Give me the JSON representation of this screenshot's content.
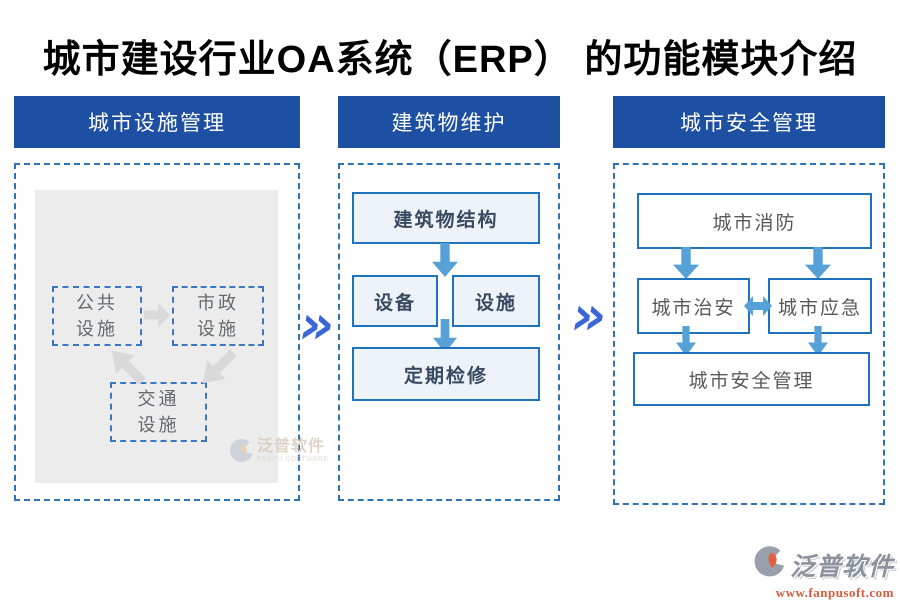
{
  "title": "城市建设行业OA系统（ERP） 的功能模块介绍",
  "separator_glyph": "»",
  "col1": {
    "header": "城市设施管理",
    "box_public": "公共\n设施",
    "box_municipal": "市政\n设施",
    "box_traffic": "交通\n设施",
    "watermark_cn": "泛普软件",
    "watermark_en": "FANPU SOFTWARE"
  },
  "col2": {
    "header": "建筑物维护",
    "box_structure": "建筑物结构",
    "box_equipment": "设备",
    "box_facility": "设施",
    "box_maintenance": "定期检修"
  },
  "col3": {
    "header": "城市安全管理",
    "box_fire": "城市消防",
    "box_security": "城市治安",
    "box_emergency": "城市应急",
    "box_safety": "城市安全管理"
  },
  "logo": {
    "brand": "泛普软件",
    "url": "www.fanpusoft.com"
  },
  "colors": {
    "header_bg": "#1d50a2",
    "dashed_border": "#2e74b5",
    "node_border": "#1e73be",
    "node_fill_light": "#eef3fa",
    "arrow_blue": "#55a1d8",
    "arrow_gray": "#d9d9d9",
    "chevron_blue": "#3a66d6",
    "panel_gray": "#ececec",
    "logo_orange": "#d65b3a"
  }
}
